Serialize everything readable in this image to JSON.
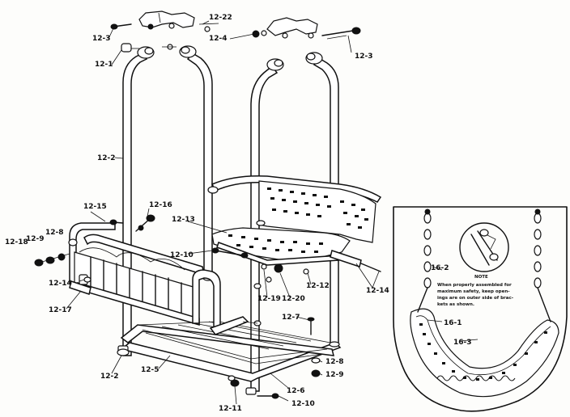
{
  "labels": {
    "l12_3a": "12-3",
    "l12_22": "12-22",
    "l12_4a": "12-4",
    "l12_3b": "12-3",
    "l12_1": "12-1",
    "l12_2a": "12-2",
    "l12_16a": "12-16",
    "l12_15": "12-15",
    "l12_13": "12-13",
    "l12_10a": "12-10",
    "l12_18": "12-18",
    "l12_9a": "12-9",
    "l12_8a": "12-8",
    "l12_14a": "12-14",
    "l12_17": "12-17",
    "l12_19": "12-19",
    "l12_20": "12-20",
    "l12_12": "12-12",
    "l12_14b": "12-14",
    "l12_7": "12-7",
    "l12_2b": "12-2",
    "l12_5": "12-5",
    "l12_8b": "12-8",
    "l12_9b": "12-9",
    "l12_6": "12-6",
    "l12_11": "12-11",
    "l12_10b": "12-10",
    "l16_2": "16-2",
    "l16_1": "16-1",
    "l16_3": "16-3"
  },
  "inset": {
    "note_title": "NOTE",
    "note_lines": [
      "When properly assembled for",
      "maximum safety, keep open-",
      "ings are on outer side of brac-",
      "kets as shown."
    ]
  }
}
